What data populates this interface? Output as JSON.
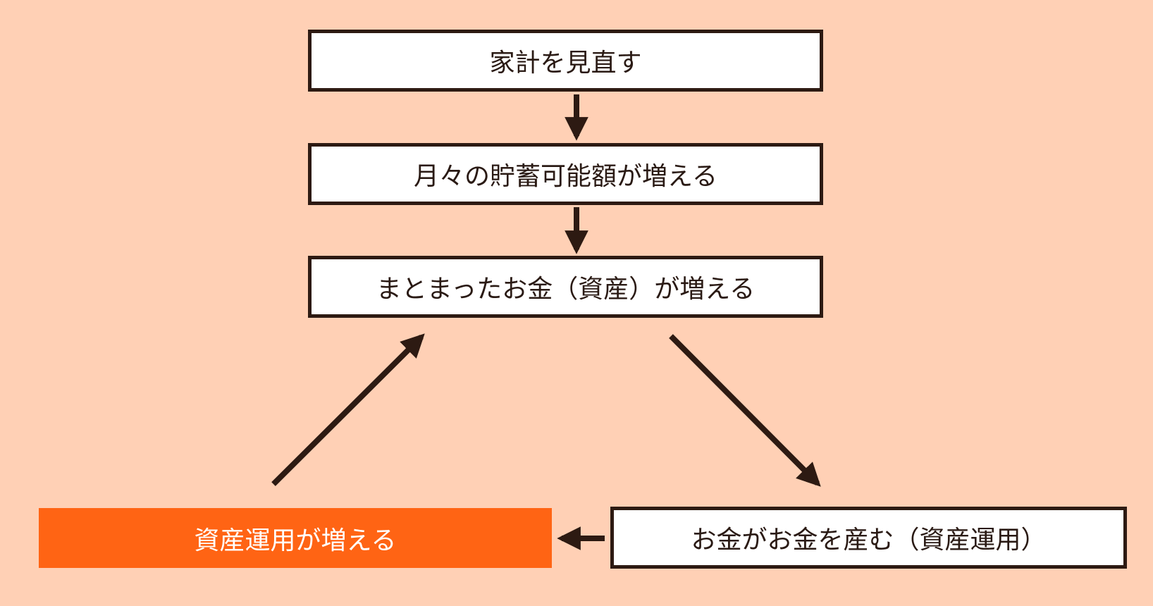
{
  "diagram": {
    "nodes": [
      {
        "id": "review",
        "label": "家計を見直す"
      },
      {
        "id": "savings",
        "label": "月々の貯蓄可能額が増える"
      },
      {
        "id": "lump",
        "label": "まとまったお金（資産）が増える"
      },
      {
        "id": "invest_grow",
        "label": "資産運用が増える"
      },
      {
        "id": "money_makes_money",
        "label": "お金がお金を産む（資産運用）"
      }
    ],
    "edges": [
      {
        "from": "review",
        "to": "savings"
      },
      {
        "from": "savings",
        "to": "lump"
      },
      {
        "from": "lump",
        "to": "money_makes_money"
      },
      {
        "from": "money_makes_money",
        "to": "invest_grow"
      },
      {
        "from": "invest_grow",
        "to": "lump"
      }
    ]
  },
  "colors": {
    "background": "#FFD0B5",
    "box_fill": "#FFFFFF",
    "box_border": "#2D1A12",
    "highlight_fill": "#FF6414",
    "highlight_text": "#FFFFFF",
    "arrow": "#2D1A12"
  }
}
